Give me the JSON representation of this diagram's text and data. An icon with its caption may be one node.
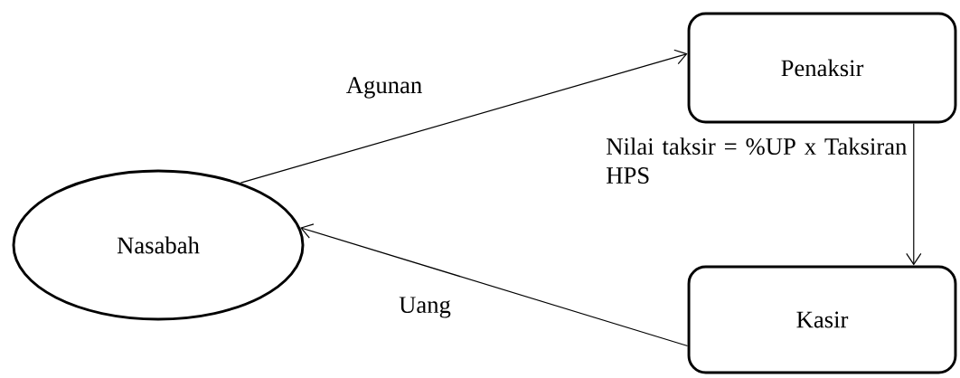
{
  "diagram": {
    "nodes": [
      {
        "text": [
          "Nasabah"
        ]
      },
      {
        "text": [
          "Penaksir"
        ]
      },
      {
        "text": [
          "Kasir"
        ]
      }
    ],
    "edges": [
      {
        "from": 0,
        "to": 1,
        "arrow": "to",
        "label": "Agunan"
      },
      {
        "from": 1,
        "to": 2,
        "arrow": "to",
        "label": "Nilai taksir = %UP x Taksiran HPS"
      },
      {
        "from": 2,
        "to": 0,
        "arrow": "to",
        "label": "Uang"
      }
    ]
  }
}
